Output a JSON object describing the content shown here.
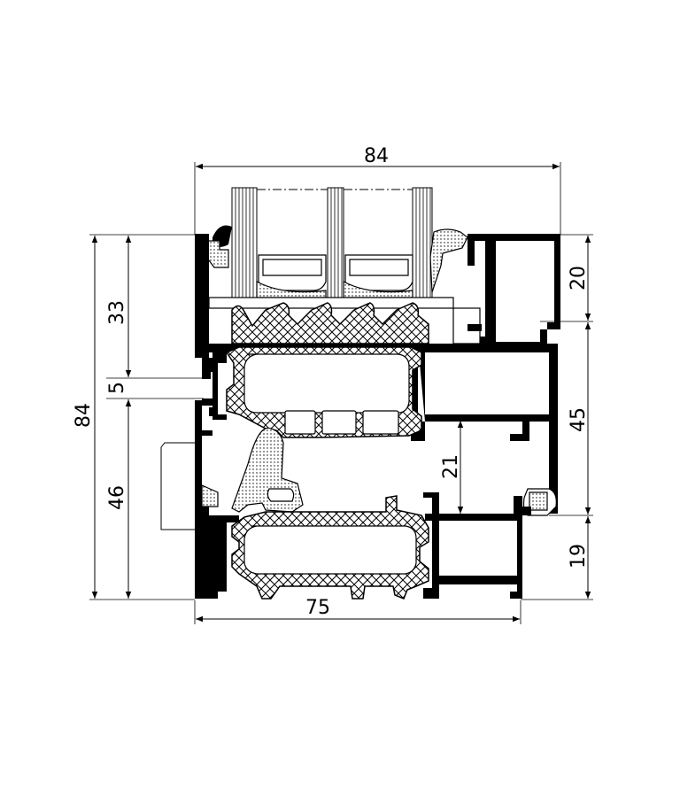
{
  "dimensions": {
    "top_width": "84",
    "bottom_width": "75",
    "left_total": "84",
    "left_upper": "33",
    "left_gap": "5",
    "left_lower": "46",
    "right_top": "20",
    "right_middle": "45",
    "right_bottom": "19",
    "inner": "21"
  },
  "colors": {
    "line": "#000000",
    "background": "#ffffff"
  }
}
